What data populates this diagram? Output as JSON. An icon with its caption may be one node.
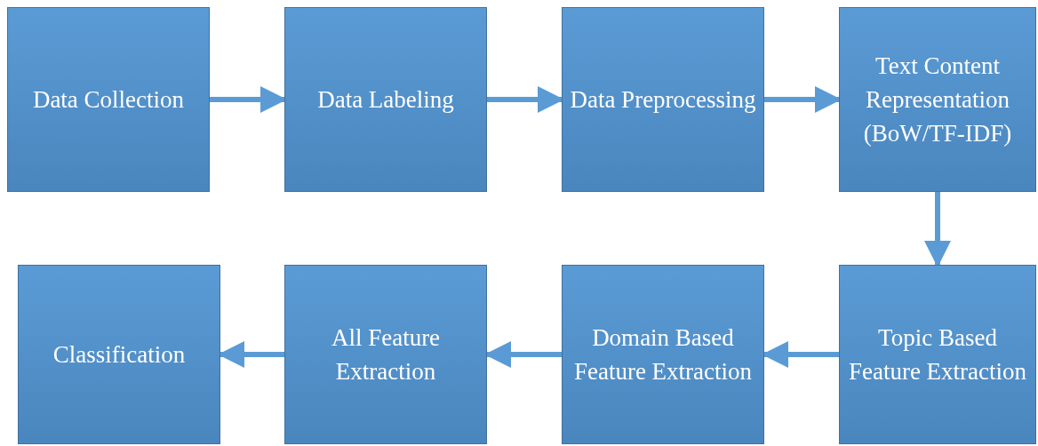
{
  "diagram": {
    "nodes": [
      {
        "text": [
          "Data Collection"
        ]
      },
      {
        "text": [
          "Data Labeling"
        ]
      },
      {
        "text": [
          "Data Preprocessing"
        ]
      },
      {
        "text": [
          "Text Content Representation (BoW/TF-IDF)"
        ]
      },
      {
        "text": [
          "Topic Based Feature Extraction"
        ]
      },
      {
        "text": [
          "Domain Based Feature Extraction"
        ]
      },
      {
        "text": [
          "All Feature Extraction"
        ]
      },
      {
        "text": [
          "Classification"
        ]
      }
    ],
    "edges": [
      {
        "from": 0,
        "to": 1,
        "arrow": "to"
      },
      {
        "from": 1,
        "to": 2,
        "arrow": "to"
      },
      {
        "from": 2,
        "to": 3,
        "arrow": "to"
      },
      {
        "from": 3,
        "to": 4,
        "arrow": "to"
      },
      {
        "from": 4,
        "to": 5,
        "arrow": "to"
      },
      {
        "from": 5,
        "to": 6,
        "arrow": "to"
      },
      {
        "from": 6,
        "to": 7,
        "arrow": "to"
      }
    ]
  }
}
